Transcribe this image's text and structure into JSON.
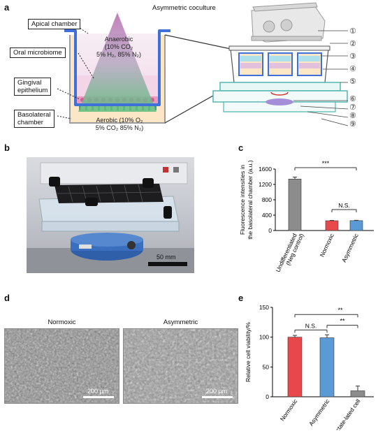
{
  "panels": {
    "a": {
      "letter": "a",
      "title": "Asymmetric coculture",
      "labels": {
        "apical": "Apical chamber",
        "oral": "Oral microbiome",
        "gingival_1": "Gingival",
        "gingival_2": "epithelium",
        "basolateral_1": "Basolateral",
        "basolateral_2": "chamber"
      },
      "anaerobic_lines": [
        "Anaerobic",
        "(10% CO",
        "5% H",
        ", 85% N",
        ")"
      ],
      "anaerobic_text_1": "Anaerobic",
      "anaerobic_text_2": "(10% CO₂",
      "anaerobic_text_3": "5% H₂, 85% N₂)",
      "aerobic_text_1": "Aerobic (10% O₂",
      "aerobic_text_2": "5% CO₂ 85% N₂)",
      "callouts": [
        "①",
        "②",
        "③",
        "④",
        "⑤",
        "⑥",
        "⑦",
        "⑧",
        "⑨"
      ]
    },
    "b": {
      "letter": "b",
      "scale_label": "50 mm"
    },
    "c": {
      "letter": "c",
      "chart_data": {
        "type": "bar",
        "ylabel_1": "Fluorescence intensities in",
        "ylabel_2": "the basolateral chamber (a.u.)",
        "categories": [
          "Undifferentiated",
          "Normoxic",
          "Asymmetric"
        ],
        "category_sub": [
          "(Neg control)",
          "",
          ""
        ],
        "values": [
          1340,
          255,
          258
        ],
        "errors": [
          50,
          8,
          8
        ],
        "colors": [
          "#8c8c8c",
          "#e8474b",
          "#5b9bd5"
        ],
        "ylim": [
          0,
          1600
        ],
        "yticks": [
          0,
          400,
          800,
          1200,
          1600
        ],
        "sig_top": "***",
        "sig_ns": "N.S."
      }
    },
    "d": {
      "letter": "d",
      "images": [
        {
          "title": "Normoxic",
          "scale": "200 μm"
        },
        {
          "title": "Asymmetric",
          "scale": "200 μm"
        }
      ]
    },
    "e": {
      "letter": "e",
      "chart_data": {
        "type": "bar",
        "ylabel": "Relative cell viability/%",
        "categories": [
          "Normoxic",
          "Asymmetric",
          "Lactate‑lated cell"
        ],
        "values": [
          100,
          99,
          10
        ],
        "errors": [
          3,
          5,
          8
        ],
        "colors": [
          "#e8474b",
          "#5b9bd5",
          "#8c8c8c"
        ],
        "ylim": [
          0,
          150
        ],
        "yticks": [
          0,
          50,
          100,
          150
        ],
        "sig_ns": "N.S.",
        "sig_1": "**",
        "sig_2": "**"
      }
    }
  }
}
